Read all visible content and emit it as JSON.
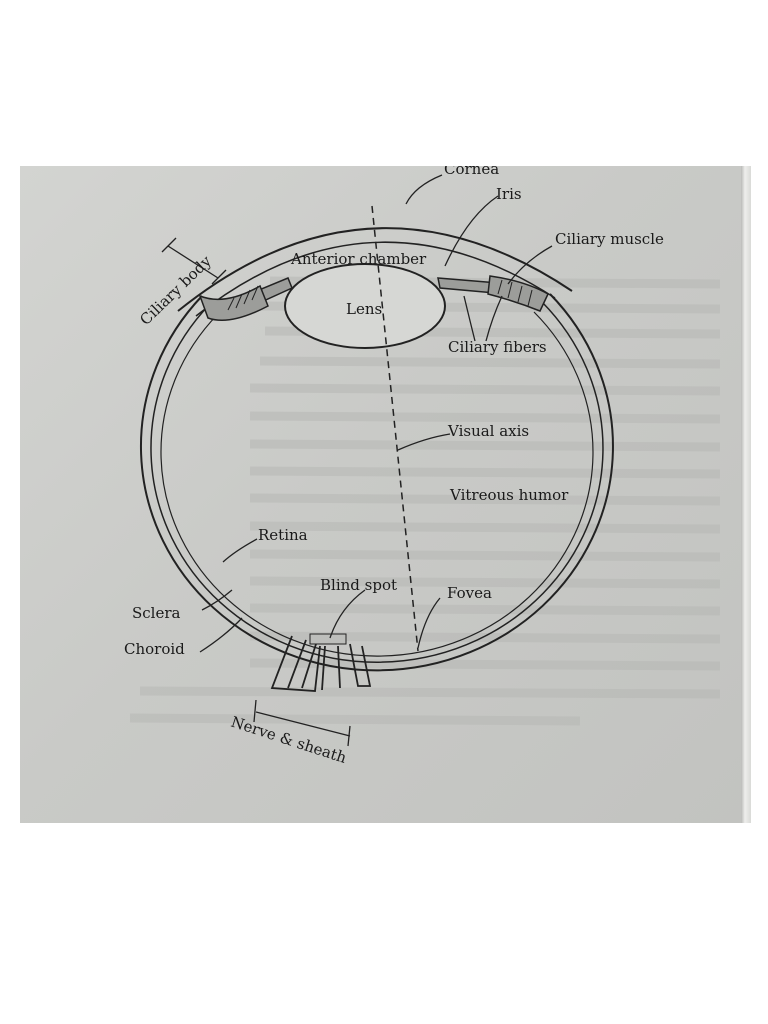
{
  "diagram": {
    "labels": {
      "cornea": "Cornea",
      "iris": "Iris",
      "ciliary_muscle": "Ciliary muscle",
      "ciliary_body": "Ciliary body",
      "anterior_chamber": "Anterior chamber",
      "lens": "Lens",
      "ciliary_fibers": "Ciliary fibers",
      "visual_axis": "Visual axis",
      "vitreous_humor": "Vitreous humor",
      "retina": "Retina",
      "blind_spot": "Blind spot",
      "fovea": "Fovea",
      "sclera": "Sclera",
      "choroid": "Choroid",
      "nerve_sheath": "Nerve & sheath"
    }
  }
}
